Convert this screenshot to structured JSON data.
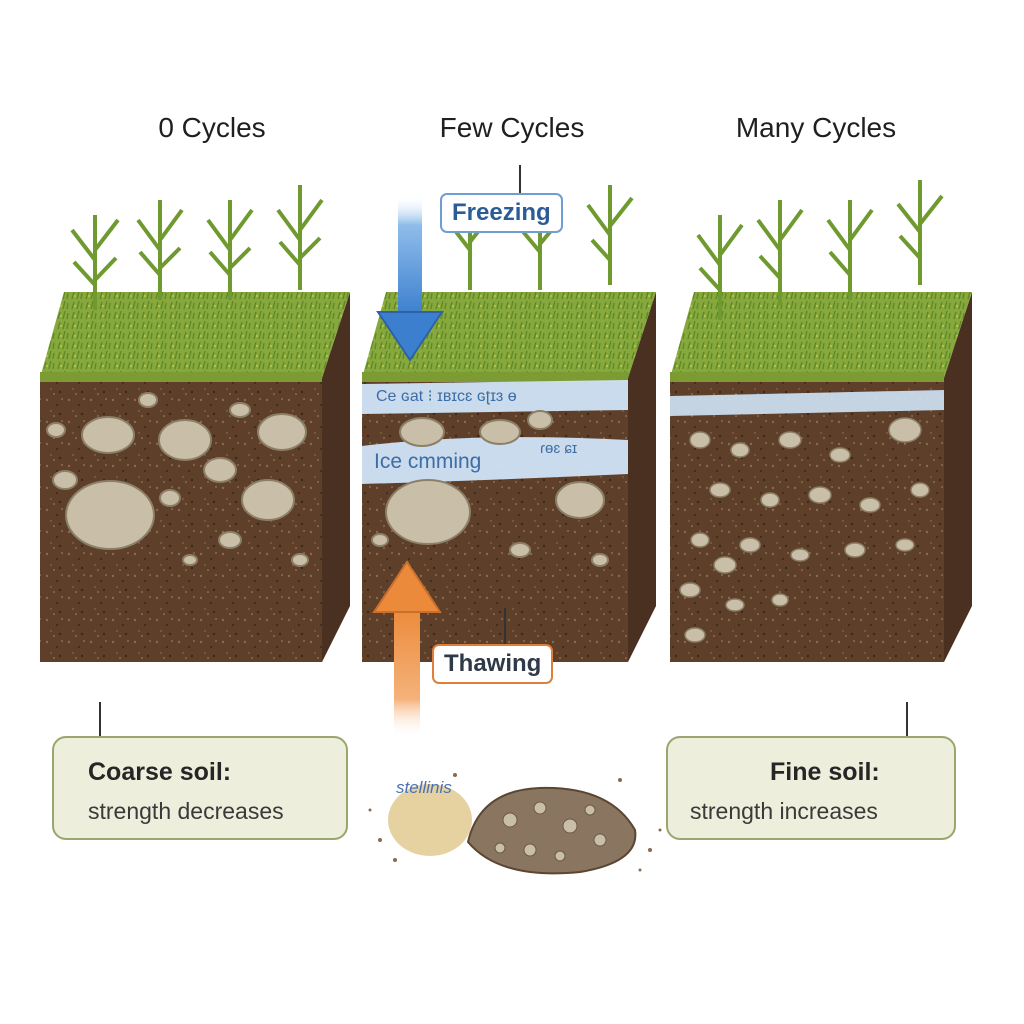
{
  "columns": [
    {
      "heading": "0 Cycles"
    },
    {
      "heading": "Few Cycles"
    },
    {
      "heading": "Many Cycles"
    }
  ],
  "process": {
    "freezing_label": "Freezing",
    "thawing_label": "Thawing",
    "ice_band_top_text": "Ce ɢat ⁝ ɪʙɪcɛ ɢʈɪɜ ɵ",
    "ice_band_bottom_text": "Ice cmming",
    "ice_band_bottom_suffix": "ɾɵɛ ɕɪ",
    "loose_sample_label": "stellinis"
  },
  "outcomes": {
    "coarse": {
      "title": "Coarse soil:",
      "subtitle": "strength decreases"
    },
    "fine": {
      "title": "Fine soil:",
      "subtitle": "strength increases"
    }
  },
  "colors": {
    "soil": "#5e3f2a",
    "soil_side": "#4a3020",
    "grass_top": "#86a83c",
    "ice": "#cfe4f7",
    "freeze_arrow": "#3c7fcf",
    "thaw_arrow": "#ec8a3b",
    "box_fill": "#edeedb",
    "box_border": "#9aa56f"
  }
}
